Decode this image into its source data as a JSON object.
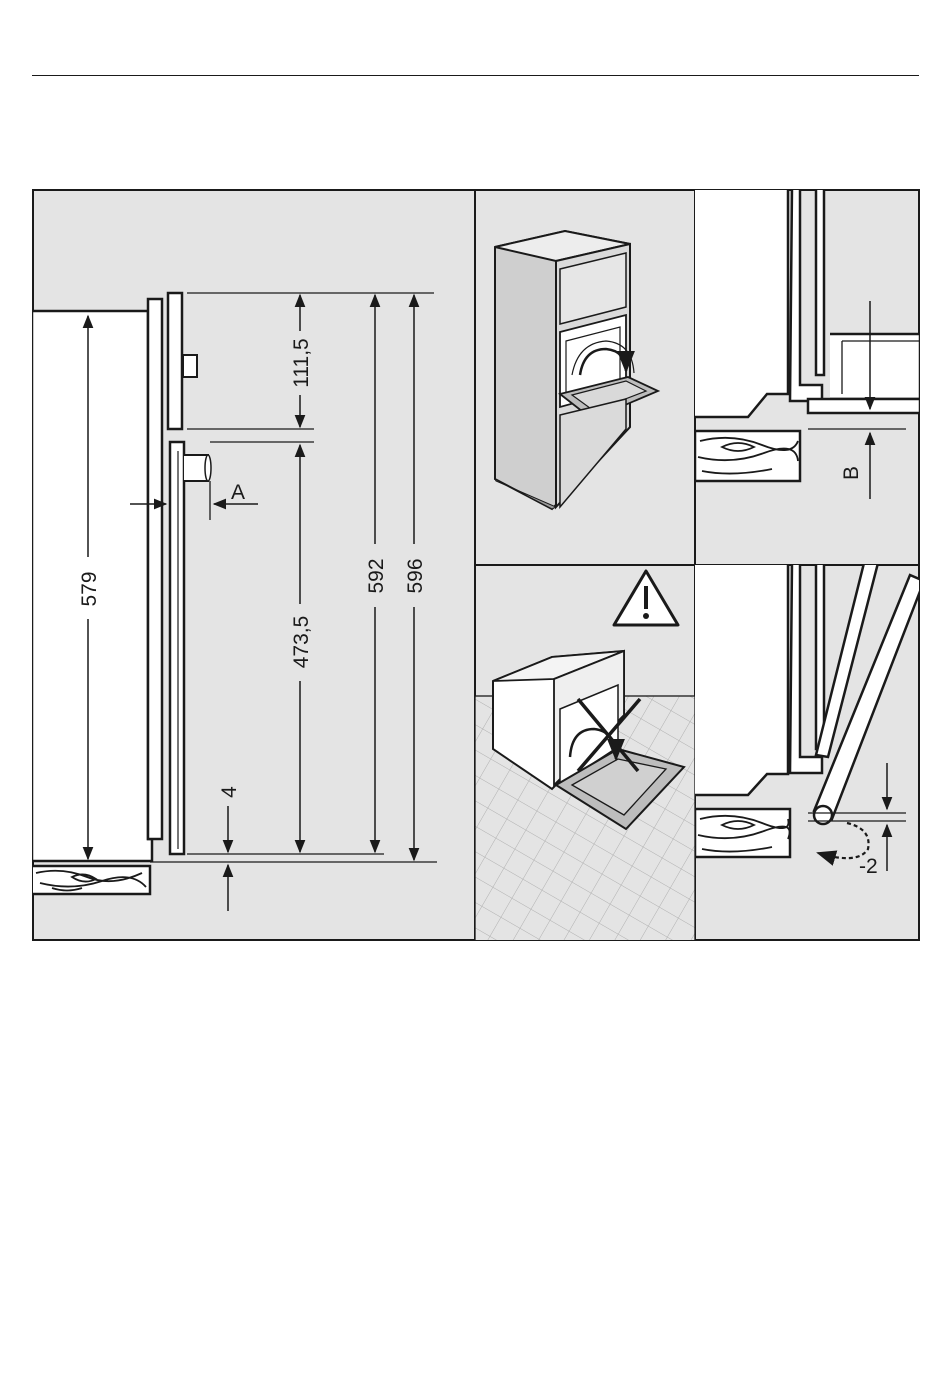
{
  "figure": {
    "dimensions": {
      "d_579": "579",
      "d_111_5": "111,5",
      "d_473_5": "473,5",
      "d_592": "592",
      "d_596": "596",
      "d_4": "4",
      "d_minus2": "-2"
    },
    "labels": {
      "label_a": "A",
      "label_b": "B"
    },
    "colors": {
      "panel_bg": "#e4e4e4",
      "line": "#1a1a1a",
      "appliance_fill": "#ffffff",
      "glass_fill": "#c9c9c9",
      "wood_fill": "#ffffff"
    }
  }
}
